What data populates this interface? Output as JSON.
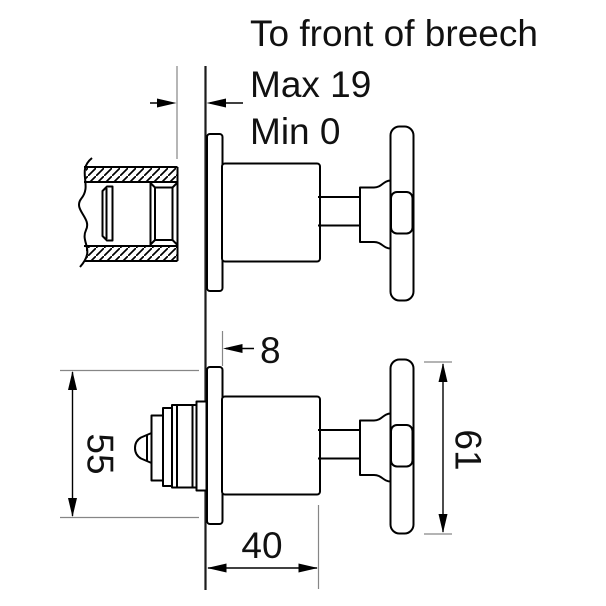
{
  "labels": {
    "note_line1": "To front of breech",
    "note_line2": "Max 19",
    "note_line3": "Min 0",
    "dim_wall_to_plate": "8",
    "dim_left_height": "55",
    "dim_handle_height": "61",
    "dim_body_depth": "40"
  },
  "colors": {
    "object_line": "#000000",
    "wall_line": "#1c1c1c",
    "extension_line": "#868686",
    "text": "#111111",
    "background": "#ffffff"
  }
}
